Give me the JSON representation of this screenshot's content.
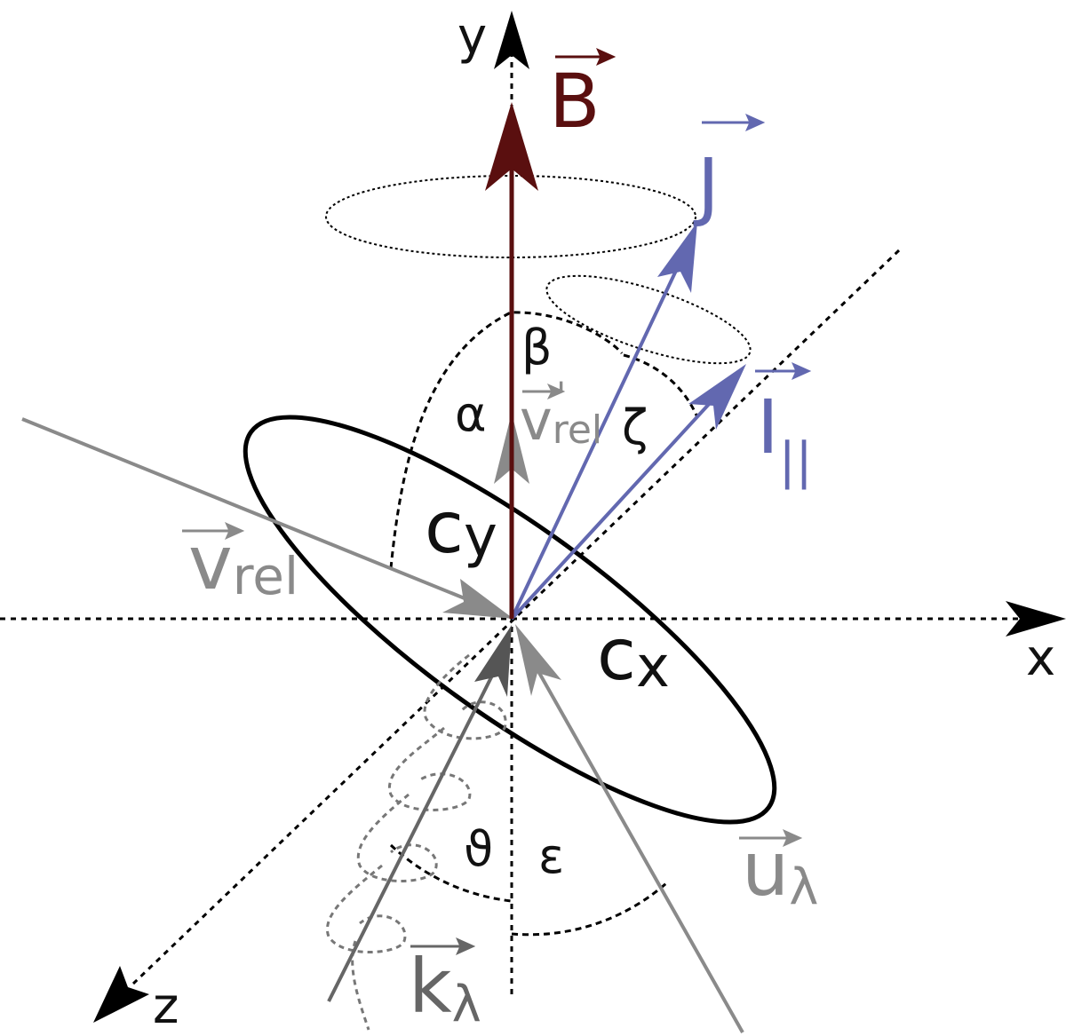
{
  "diagram": {
    "axes": {
      "x": "x",
      "y": "y",
      "z": "z"
    },
    "vectors": {
      "B": "B",
      "J": "J",
      "I_parallel": {
        "base": "I",
        "subscript": "||"
      },
      "v_rel": {
        "base": "v",
        "subscript": "rel"
      },
      "v_rel_prime": {
        "base": "v",
        "subscript": "rel",
        "prime": "'"
      },
      "u_lambda": {
        "base": "u",
        "subscript": "λ"
      },
      "k_lambda": {
        "base": "k",
        "subscript": "λ"
      }
    },
    "coefficients": {
      "c_y": {
        "base": "c",
        "subscript": "y"
      },
      "c_x": {
        "base": "c",
        "subscript": "x"
      }
    },
    "angles": {
      "alpha": "α",
      "beta": "β",
      "zeta": "ζ",
      "theta": "ϑ",
      "epsilon": "ε"
    },
    "colors": {
      "B": "#5a0f0f",
      "J": "#6268b0",
      "I_parallel": "#6268b0",
      "gray_vectors": "#8a8a8a",
      "k_lambda": "#666666",
      "axes": "#000000"
    }
  }
}
